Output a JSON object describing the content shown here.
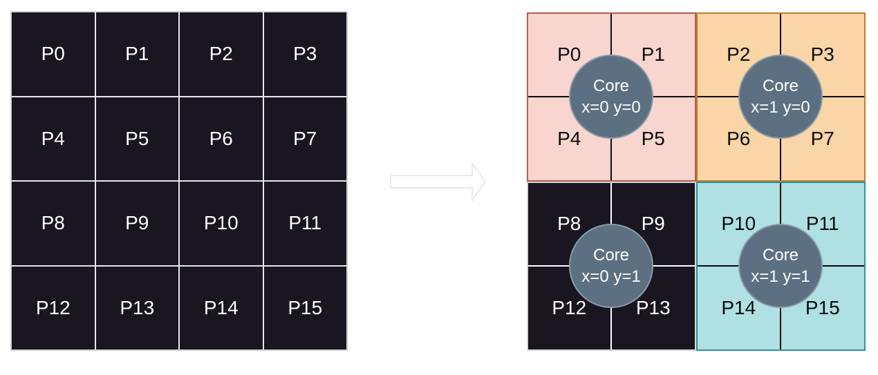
{
  "left_grid": {
    "cells": [
      "P0",
      "P1",
      "P2",
      "P3",
      "P4",
      "P5",
      "P6",
      "P7",
      "P8",
      "P9",
      "P10",
      "P11",
      "P12",
      "P13",
      "P14",
      "P15"
    ]
  },
  "right_grid": {
    "quadrants": [
      {
        "id": "x=0 y=0",
        "cells": [
          "P0",
          "P1",
          "P4",
          "P5"
        ],
        "fill": "#f8d5cf",
        "line": "#b55c50",
        "text_color": "#0b0b0b"
      },
      {
        "id": "x=1 y=0",
        "cells": [
          "P2",
          "P3",
          "P6",
          "P7"
        ],
        "fill": "#f9d5a7",
        "line": "#bf7c2b",
        "text_color": "#0b0b0b"
      },
      {
        "id": "x=0 y=1",
        "cells": [
          "P8",
          "P9",
          "P12",
          "P13"
        ],
        "fill": "#191521",
        "line": "#d9d9d9",
        "text_color": "#ffffff"
      },
      {
        "id": "x=1 y=1",
        "cells": [
          "P10",
          "P11",
          "P14",
          "P15"
        ],
        "fill": "#afe0e3",
        "line": "#2f919b",
        "text_color": "#0b0b0b"
      }
    ],
    "cores": [
      {
        "line1": "Core",
        "line2": "x=0 y=0"
      },
      {
        "line1": "Core",
        "line2": "x=1 y=0"
      },
      {
        "line1": "Core",
        "line2": "x=0 y=1"
      },
      {
        "line1": "Core",
        "line2": "x=1 y=1"
      }
    ],
    "core_fill": "#5d7081",
    "core_border": "#8b9ca9",
    "core_text_color": "#ffffff"
  },
  "icons": {
    "transform_arrow": "right-block-arrow"
  },
  "colors": {
    "page_background": "#ffffff",
    "dark_cell": "#191521",
    "dark_cell_line": "#e8e8ea",
    "left_grid_outer_border": "#cfcfcf",
    "arrow_outline": "#e8e8e8"
  }
}
